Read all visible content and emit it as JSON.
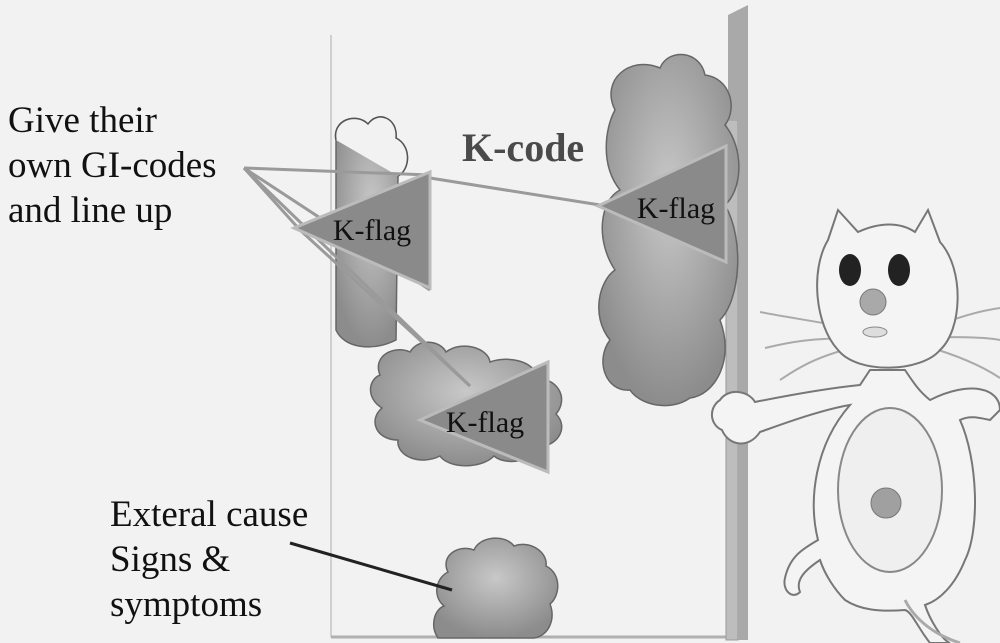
{
  "title": "K-code",
  "left_caption": [
    "Give their",
    "own GI-codes",
    "and line up"
  ],
  "bottom_caption": [
    "Exteral cause",
    "Signs &",
    "symptoms"
  ],
  "flags": [
    "K-flag",
    "K-flag",
    "K-flag"
  ],
  "colors": {
    "background": "#f2f2f2",
    "cloud": "#9c9c9c",
    "flag": "#8a8a8a",
    "wall": "#bdbdbd",
    "line": "#222222"
  }
}
